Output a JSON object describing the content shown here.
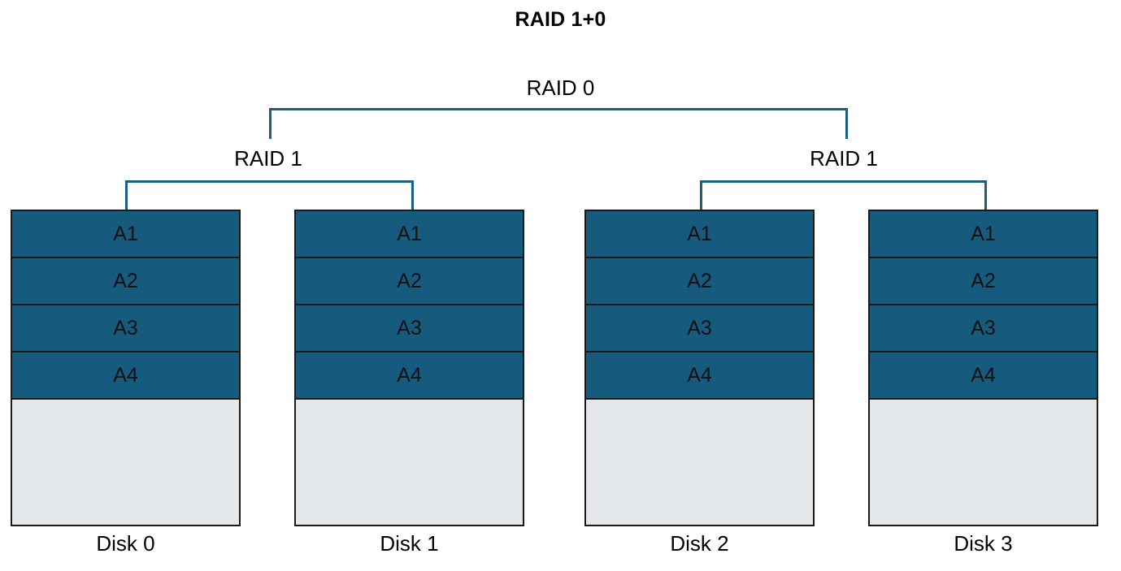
{
  "title": "RAID 1+0",
  "groups": {
    "top": {
      "label": "RAID 0"
    },
    "mirror_left": {
      "label": "RAID 1"
    },
    "mirror_right": {
      "label": "RAID 1"
    }
  },
  "colors": {
    "block_fill": "#165b7e",
    "empty_fill": "#e4e8ea",
    "connector": "#1a5f80",
    "outline": "#1a1a1a",
    "text": "#000000",
    "background": "#ffffff"
  },
  "disks": [
    {
      "caption": "Disk 0",
      "blocks": [
        "A1",
        "A2",
        "A3",
        "A4"
      ]
    },
    {
      "caption": "Disk 1",
      "blocks": [
        "A1",
        "A2",
        "A3",
        "A4"
      ]
    },
    {
      "caption": "Disk 2",
      "blocks": [
        "A1",
        "A2",
        "A3",
        "A4"
      ]
    },
    {
      "caption": "Disk 3",
      "blocks": [
        "A1",
        "A2",
        "A3",
        "A4"
      ]
    }
  ]
}
